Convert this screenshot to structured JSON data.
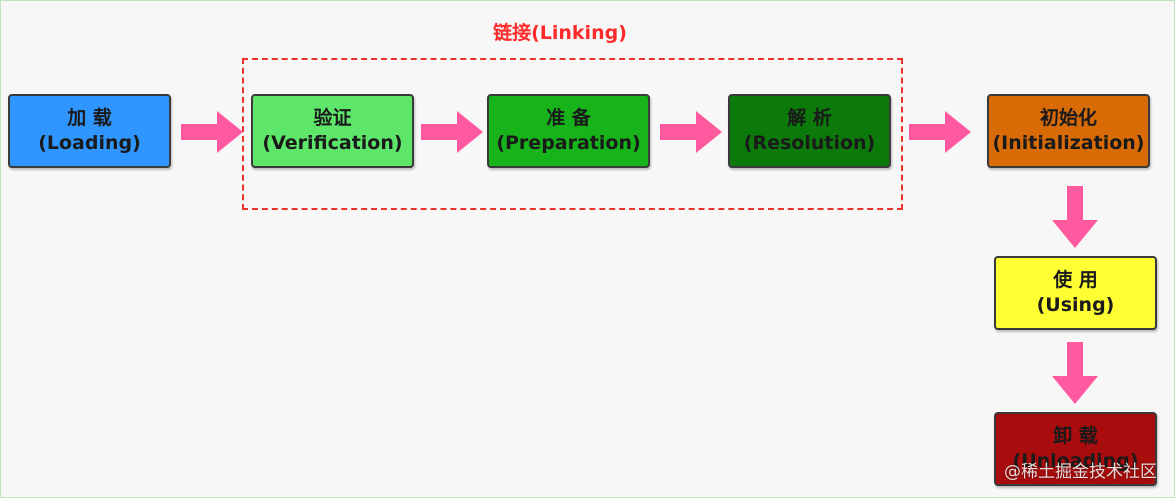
{
  "group": {
    "label": "链接(Linking)"
  },
  "stages": {
    "loading": {
      "cn": "加 载",
      "en": "(Loading)",
      "color": "#2f96ff",
      "text_color": "#1a1a1a"
    },
    "verification": {
      "cn": "验证",
      "en": "(Verification)",
      "color": "#5ee66a",
      "text_color": "#1a1a1a"
    },
    "preparation": {
      "cn": "准 备",
      "en": "(Preparation)",
      "color": "#17b31a",
      "text_color": "#1a1a1a"
    },
    "resolution": {
      "cn": "解 析",
      "en": "(Resolution)",
      "color": "#0b7a0b",
      "text_color": "#1a1a1a"
    },
    "initialization": {
      "cn": "初始化",
      "en": "(Initialization)",
      "color": "#d96b07",
      "text_color": "#1a1a1a"
    },
    "using": {
      "cn": "使 用",
      "en": "(Using)",
      "color": "#ffff33",
      "text_color": "#1a1a1a"
    },
    "unloading": {
      "cn": "卸 载",
      "en": "(Unloading)",
      "color": "#a80c0c",
      "text_color": "#1a1a1a"
    }
  },
  "arrow_color": "#ff5aa0",
  "watermark": "@稀土掘金技术社区"
}
